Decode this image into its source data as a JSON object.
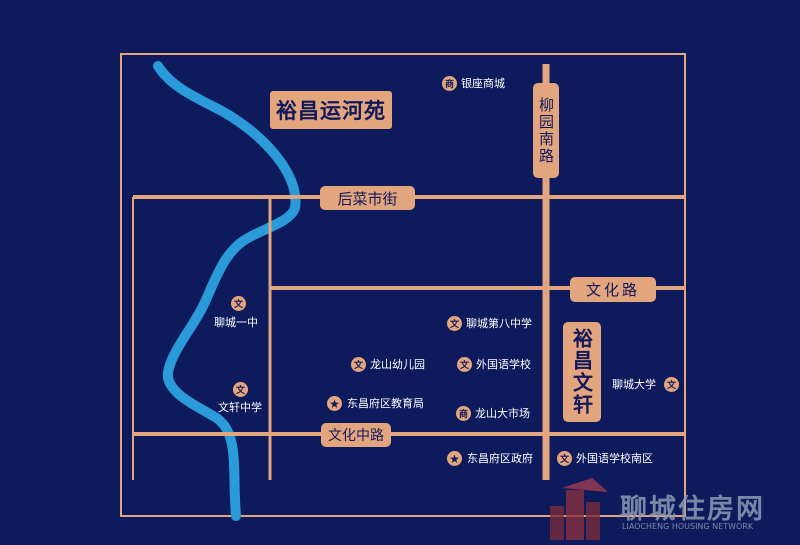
{
  "colors": {
    "background": "#0d1a5c",
    "road": "#e3a57e",
    "river": "#2a9ad8",
    "text": "#ffffff",
    "label_text": "#11195a"
  },
  "title": "裕昌运河苑",
  "roads": {
    "houcai": "后菜市街",
    "liuyuan": "柳园南路",
    "wenhua": "文化路",
    "wenhua_zhong": "文化中路"
  },
  "project": "裕昌文轩",
  "pois": [
    {
      "id": "yinzuo",
      "type": "商",
      "label": "银座商城"
    },
    {
      "id": "liaocheng1",
      "type": "文",
      "label": "聊城一中"
    },
    {
      "id": "liaocheng8",
      "type": "文",
      "label": "聊城第八中学"
    },
    {
      "id": "longshan_kg",
      "type": "文",
      "label": "龙山幼儿园"
    },
    {
      "id": "waiguoyu",
      "type": "文",
      "label": "外国语学校"
    },
    {
      "id": "wenxuan_zx",
      "type": "文",
      "label": "文轩中学"
    },
    {
      "id": "jiaoyuju",
      "type": "★",
      "label": "东昌府区教育局"
    },
    {
      "id": "longshan_sc",
      "type": "商",
      "label": "龙山大市场"
    },
    {
      "id": "lcdx",
      "type": "文",
      "label": "聊城大学"
    },
    {
      "id": "zhengfu",
      "type": "★",
      "label": "东昌府区政府"
    },
    {
      "id": "waiguoyu_nan",
      "type": "文",
      "label": "外国语学校南区"
    }
  ],
  "watermark": {
    "name": "聊城住房网",
    "sub": "LIAOCHENG HOUSING NETWORK"
  }
}
